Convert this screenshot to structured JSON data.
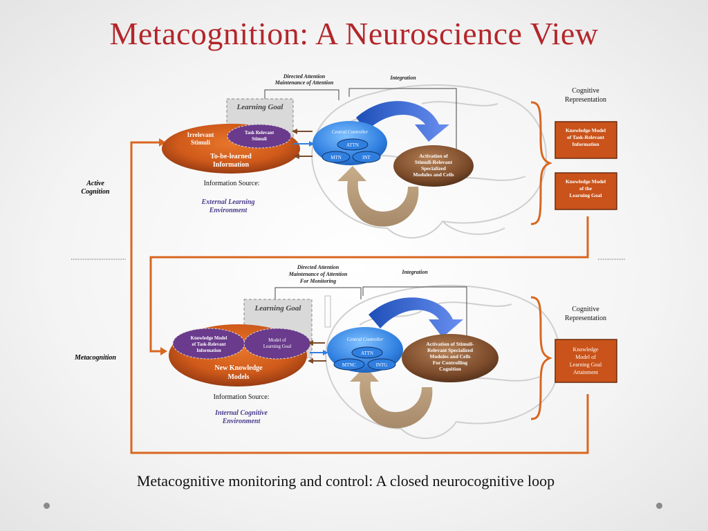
{
  "title": "Metacognition:  A Neuroscience View",
  "caption": "Metacognitive monitoring and control:  A closed neurocognitive loop",
  "colors": {
    "title": "#b3262b",
    "orange": "#d9661f",
    "brown": "#7a4a2a",
    "blue": "#2f7fe0",
    "purple": "#6a3a8c"
  },
  "top": {
    "side_label": [
      "Active",
      "Cognition"
    ],
    "directed_attention": [
      "Directed Attention",
      "Maintenance of Attention"
    ],
    "integration": "Integration",
    "learning_goal": "Learning Goal",
    "irrelevant": [
      "Irrelevant",
      "Stimuli"
    ],
    "task_relevant": [
      "Task Relevant",
      "Stimuli"
    ],
    "to_be_learned": [
      "To-be-learned",
      "Information"
    ],
    "central_controller": "Central Controller",
    "attn": "ATTN",
    "mtn": "MTN",
    "int": "INT",
    "activation": [
      "Activation of",
      "Stimuli-Relevant",
      "Specialized",
      "Modules and Cells"
    ],
    "info_source": "Information Source:",
    "source_env": [
      "External Learning",
      "Environment"
    ],
    "cognitive_rep": [
      "Cognitive",
      "Representation"
    ],
    "km1": [
      "Knowledge Model",
      "of Task-Relevant",
      "Information"
    ],
    "km2": [
      "Knowledge Model",
      "of the",
      "Learning Goal"
    ]
  },
  "bottom": {
    "side_label": "Metacognition",
    "directed_attention": [
      "Directed Attention",
      "Maintenance of Attention",
      "For Monitoring"
    ],
    "integration": "Integration",
    "learning_goal": "Learning Goal",
    "km_task": [
      "Knowledge Model",
      "of Task-Relevant",
      "Information"
    ],
    "model_goal": [
      "Model of",
      "Learning Goal"
    ],
    "new_knowledge": [
      "New Knowledge",
      "Models"
    ],
    "central_controller": "Central Controller",
    "attn": "ATTN",
    "mtnc": "MTNC",
    "intg": "INTG",
    "activation": [
      "Activation of Stimuli-",
      "Relevant Specialized",
      "Modules and Cells",
      "For Controlling",
      "Cognition"
    ],
    "info_source": "Information Source:",
    "source_env": [
      "Internal Cognitive",
      "Environment"
    ],
    "cognitive_rep": [
      "Cognitive",
      "Representation"
    ],
    "km3": [
      "Knowledge",
      "Model of",
      "Learning Goal",
      "Attainment"
    ]
  }
}
